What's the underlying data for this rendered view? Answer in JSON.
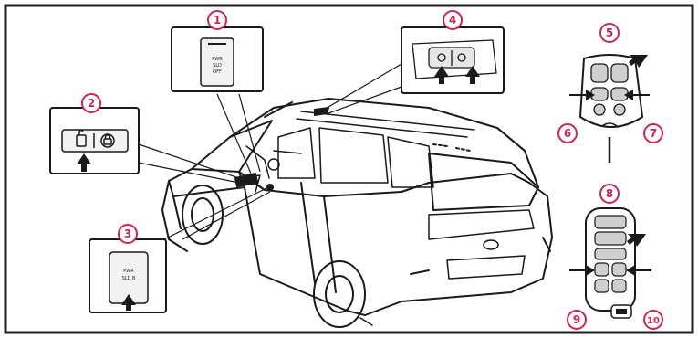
{
  "callouts": [
    {
      "id": "c1",
      "label": "1"
    },
    {
      "id": "c2",
      "label": "2"
    },
    {
      "id": "c3",
      "label": "3"
    },
    {
      "id": "c4",
      "label": "4"
    },
    {
      "id": "c5",
      "label": "5"
    },
    {
      "id": "c6",
      "label": "6"
    },
    {
      "id": "c7",
      "label": "7"
    },
    {
      "id": "c8",
      "label": "8"
    },
    {
      "id": "c9",
      "label": "9"
    },
    {
      "id": "c10",
      "label": "10"
    }
  ],
  "colors": {
    "accent": "#d1234f",
    "ink": "#1a1a1a",
    "frame": "#222222",
    "paper": "#ffffff",
    "light": "#e6e6e6"
  },
  "icons": [
    "car-outline",
    "door-lock-switch-icon",
    "interior-light-switch-icon",
    "key-fob-icon",
    "press-arrow-icon"
  ]
}
